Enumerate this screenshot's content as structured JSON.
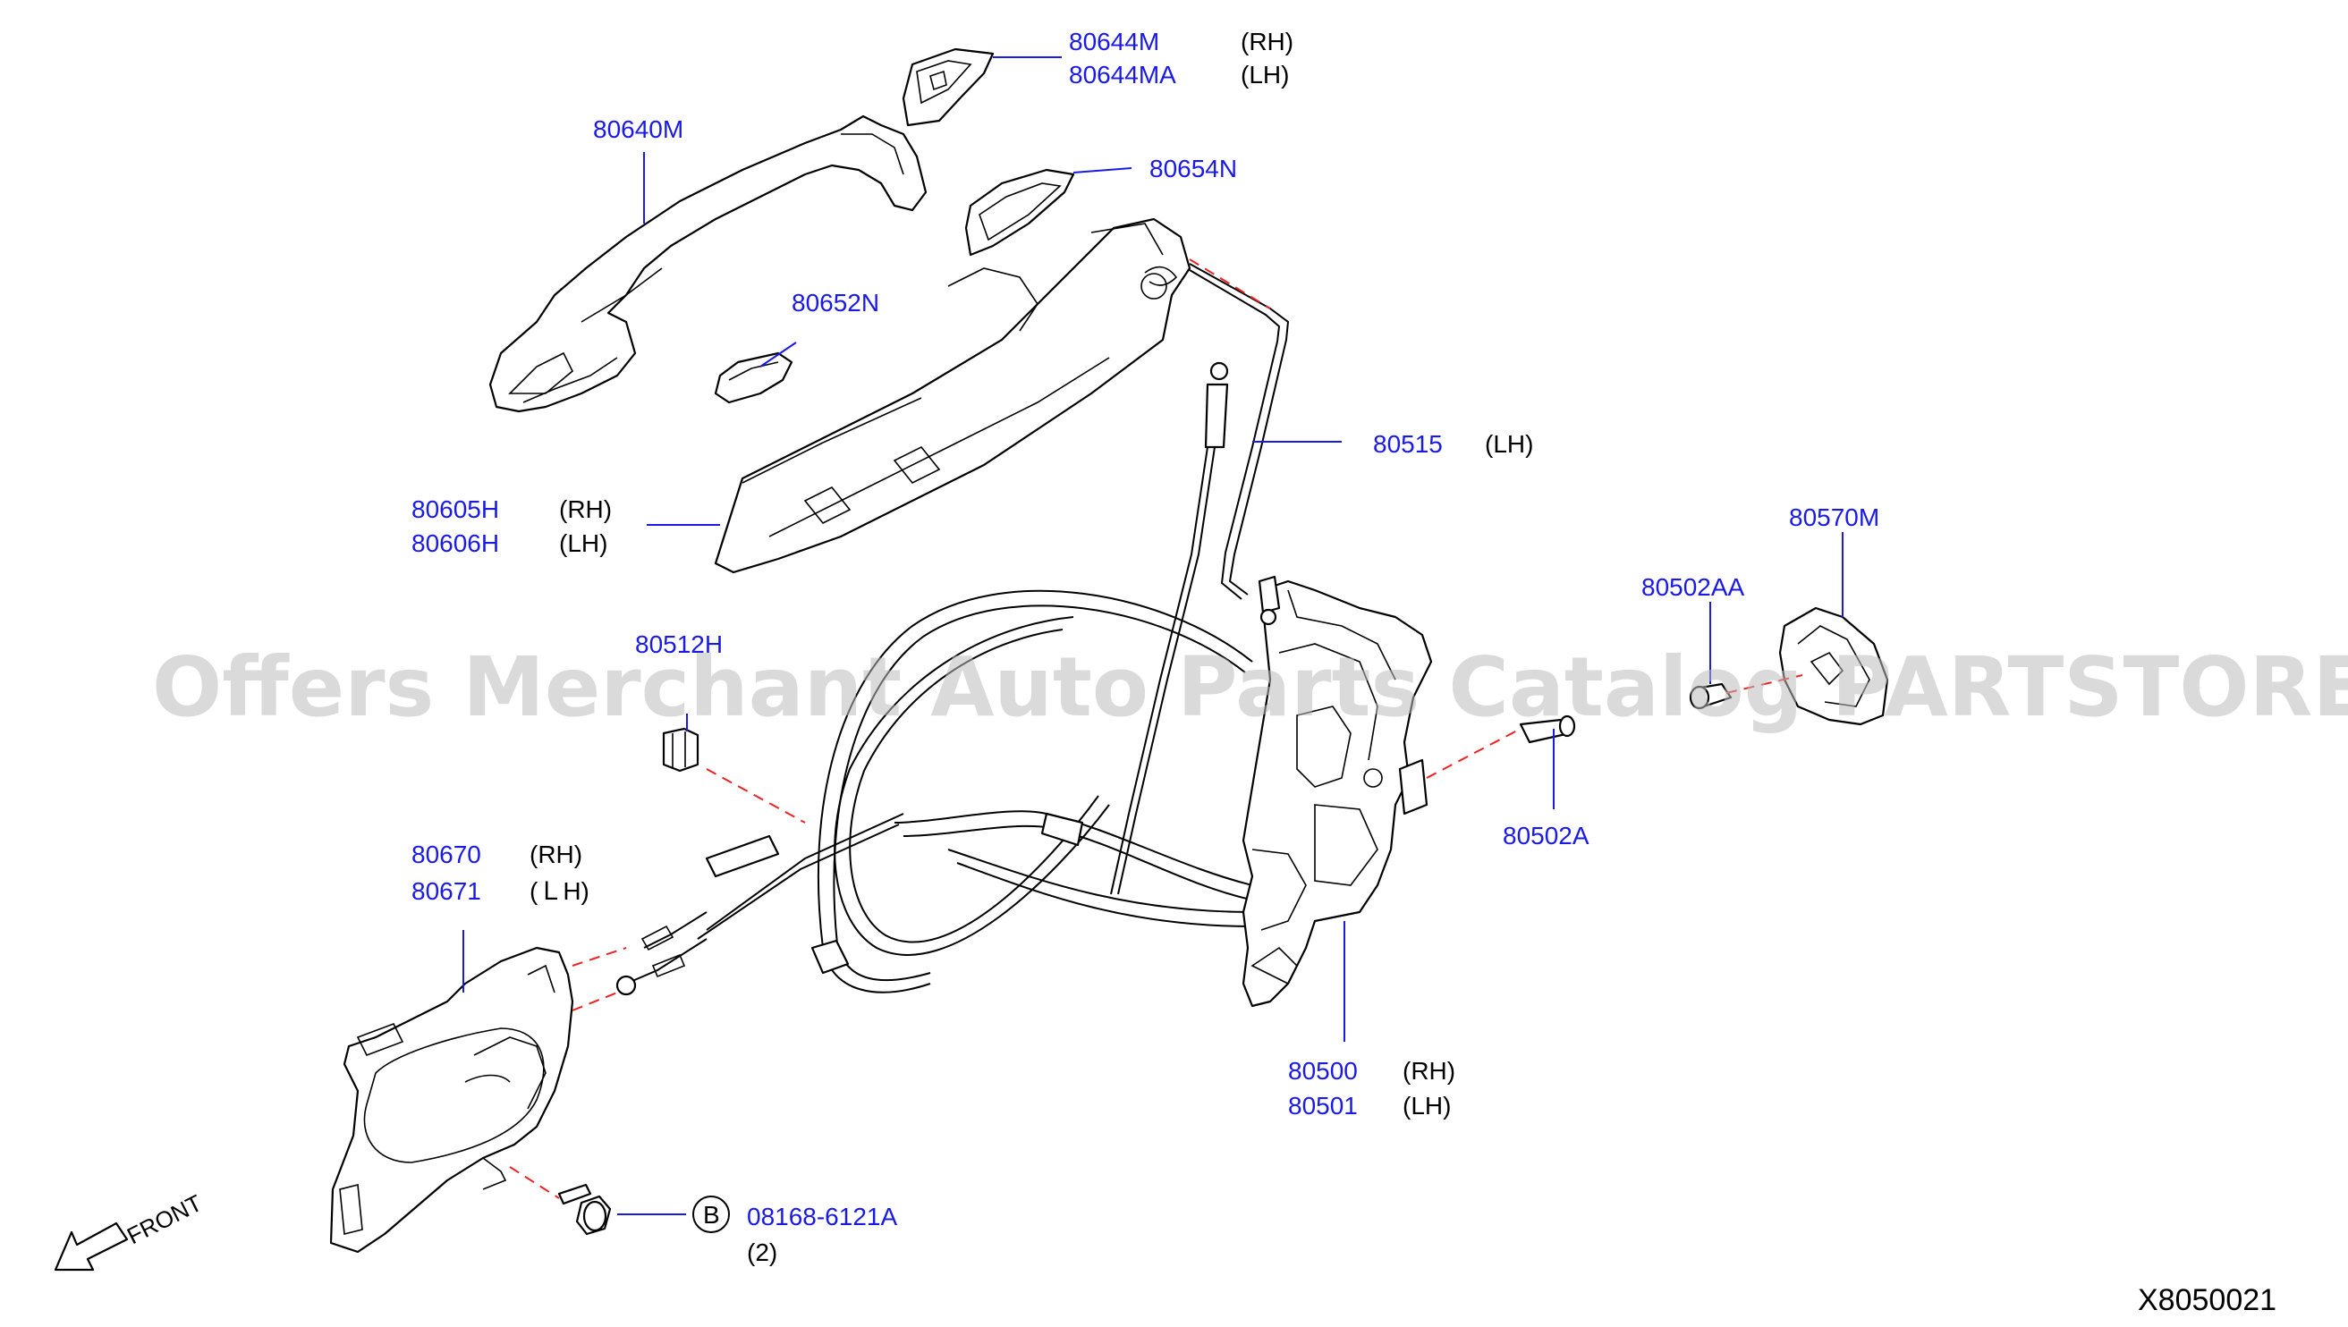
{
  "watermark": "Offers Merchant Auto Parts Catalog PARTSTORE.SA",
  "figure_id": "X8050021",
  "front_label": "FRONT",
  "callouts": {
    "p80644M": "80644M",
    "s80644M": "(RH)",
    "p80644MA": "80644MA",
    "s80644MA": "(LH)",
    "p80640M": "80640M",
    "p80654N": "80654N",
    "p80652N": "80652N",
    "p80515": "80515",
    "s80515": "(LH)",
    "p80605H": "80605H",
    "s80605H": "(RH)",
    "p80606H": "80606H",
    "s80606H": "(LH)",
    "p80570M": "80570M",
    "p80502AA": "80502AA",
    "p80512H": "80512H",
    "p80502A": "80502A",
    "p80670": "80670",
    "s80670": "(RH)",
    "p80671": "80671",
    "s80671": "(ＬH)",
    "p80500": "80500",
    "s80500": "(RH)",
    "p80501": "80501",
    "s80501": "(LH)",
    "bolt_symbol": "B",
    "p08168": "08168-6121A",
    "qty08168": "(2)"
  },
  "colors": {
    "callout": "#1a1ae6",
    "leader": "#1a1ae6",
    "dashed_line": "#e22222",
    "drawing": "#000000"
  }
}
